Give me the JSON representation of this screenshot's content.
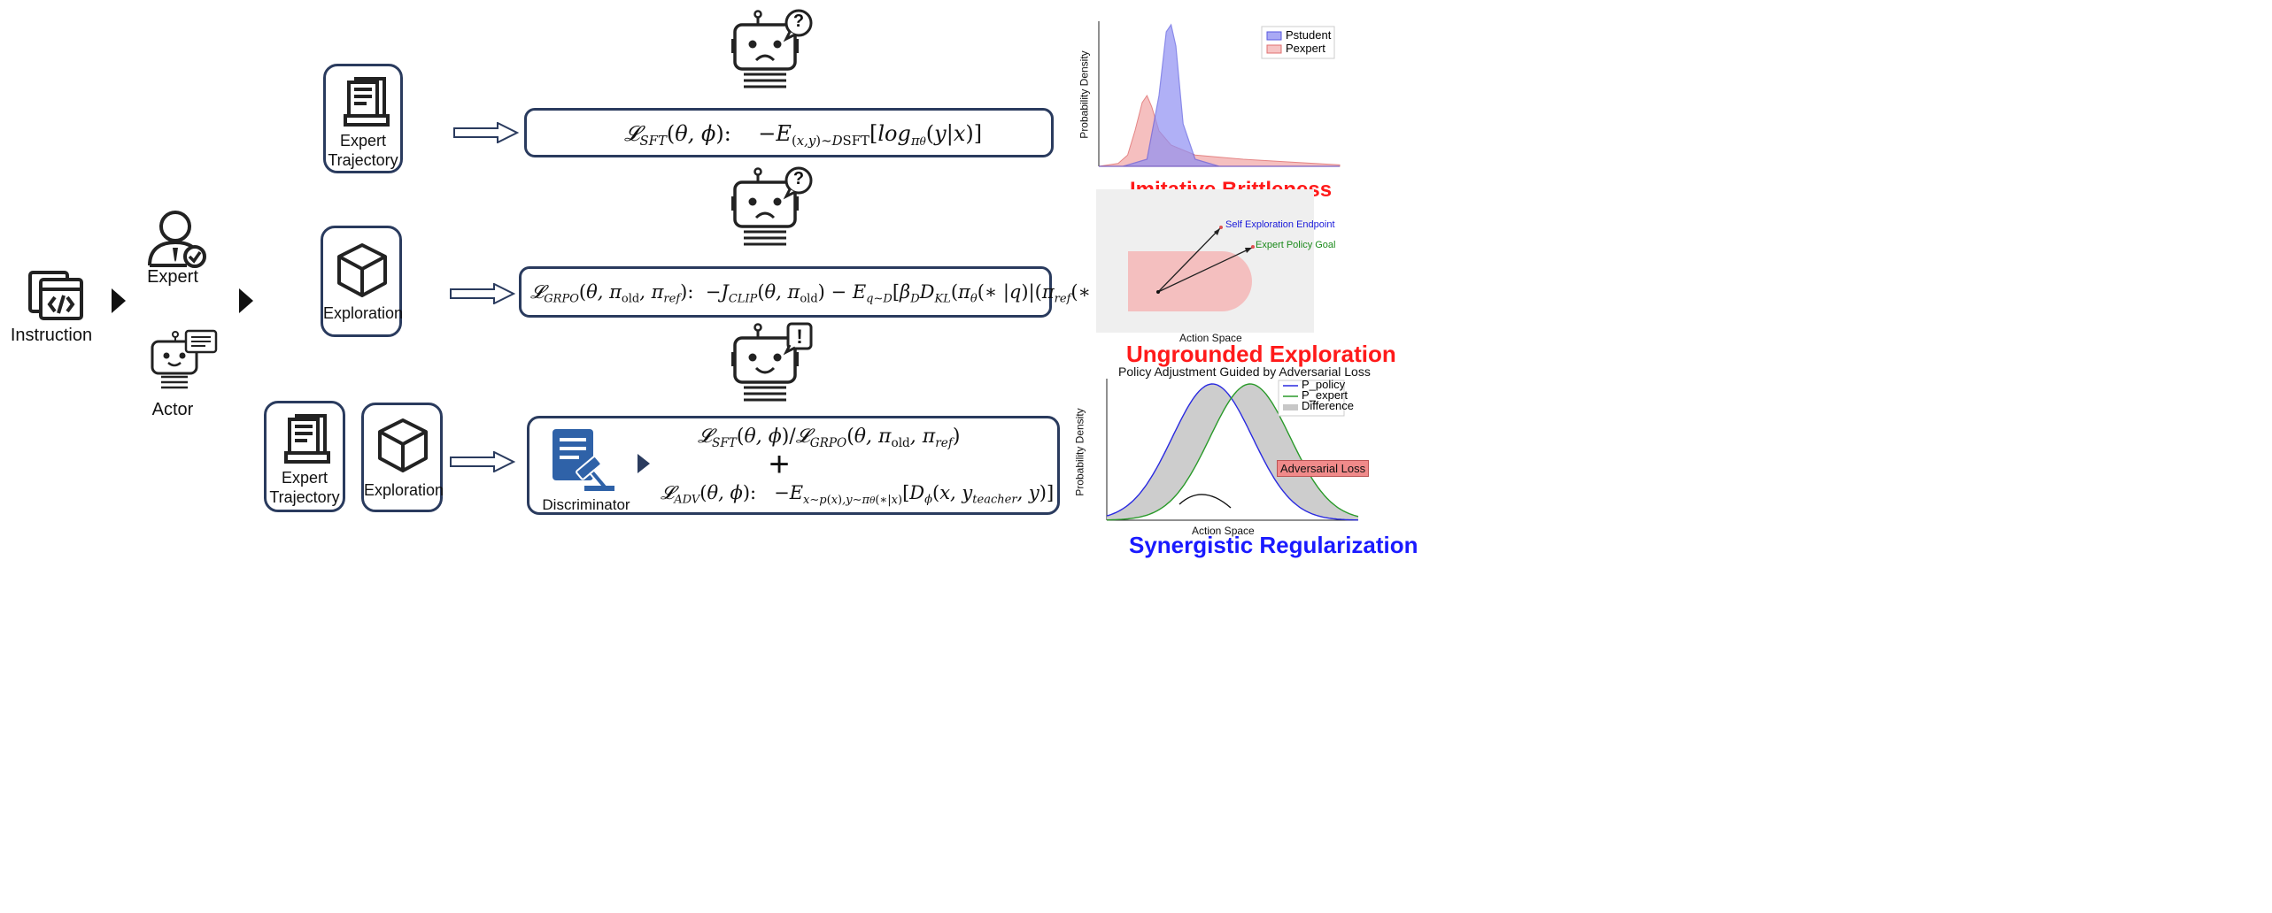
{
  "pipeline": {
    "instruction_label": "Instruction",
    "expert_label": "Expert",
    "actor_label": "Actor"
  },
  "row1": {
    "card_line1": "Expert",
    "card_line2": "Trajectory"
  },
  "row2": {
    "card_label": "Exploration"
  },
  "row3": {
    "card1_line1": "Expert",
    "card1_line2": "Trajectory",
    "card2_label": "Exploration",
    "discriminator_label": "Discriminator",
    "plus": "+"
  },
  "robots": {
    "row1_bubble": "?",
    "row2_bubble": "?",
    "row3_bubble": "!"
  },
  "panels": {
    "p1": {
      "ylabel": "Probability Density",
      "legend": [
        "Pstudent",
        "Pexpert"
      ],
      "colors": {
        "student": "#6f6ff2",
        "expert": "#f08a8a"
      },
      "title": "Imitative Brittleness",
      "chart_data": {
        "type": "area",
        "series": [
          {
            "name": "Pstudent",
            "x": [
              0,
              10,
              20,
              25,
              28,
              30,
              32,
              35,
              40,
              50,
              100
            ],
            "y": [
              0,
              0,
              0.05,
              0.5,
              0.95,
              1.0,
              0.85,
              0.3,
              0.05,
              0,
              0
            ]
          },
          {
            "name": "Pexpert",
            "x": [
              0,
              8,
              12,
              15,
              18,
              20,
              22,
              25,
              30,
              40,
              60,
              80,
              100
            ],
            "y": [
              0,
              0.02,
              0.08,
              0.25,
              0.45,
              0.5,
              0.42,
              0.25,
              0.15,
              0.08,
              0.05,
              0.03,
              0.01
            ]
          }
        ]
      }
    },
    "p2": {
      "endpoint1": "Self Exploration Endpoint",
      "endpoint2": "Expert Policy Goal",
      "xlabel": "Action Space",
      "title": "Ungrounded Exploration",
      "colors": {
        "endpoint1": "#1a1ad9",
        "endpoint2": "#1a8a1a",
        "region": "#f4bfbf"
      }
    },
    "p3": {
      "title": "Policy Adjustment Guided by Adversarial Loss",
      "ylabel": "Probability Density",
      "xlabel": "Action Space",
      "legend": [
        "P_policy",
        "P_expert",
        "Difference"
      ],
      "annotation": "Adversarial Loss",
      "bottom_title": "Synergistic Regularization",
      "colors": {
        "policy": "#2a2ae0",
        "expert": "#2a9a2a",
        "difference": "#bcbcbc",
        "annotation_bg": "#f08a8a"
      },
      "chart_data": {
        "type": "line",
        "series": [
          {
            "name": "P_policy",
            "mean": 0.42,
            "std": 0.16
          },
          {
            "name": "P_expert",
            "mean": 0.57,
            "std": 0.16
          }
        ]
      }
    }
  }
}
